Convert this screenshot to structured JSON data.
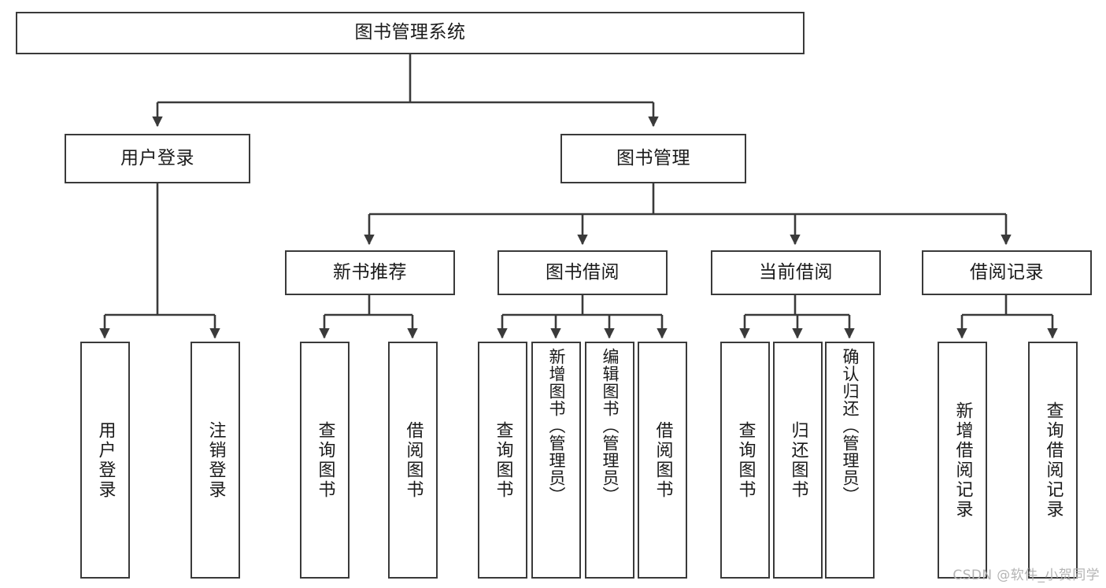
{
  "diagram": {
    "title": "图书管理系统",
    "type": "tree-hierarchy",
    "orientation": "top-down",
    "style": {
      "box_border_color": "#3a3a3a",
      "box_fill_color": "#ffffff",
      "edge_color": "#3a3a3a",
      "text_color": "#1a1a1a",
      "background": "#ffffff"
    },
    "nodes": {
      "root": {
        "label": "图书管理系统",
        "level": 1
      },
      "l2": [
        {
          "id": "user-login",
          "label": "用户登录",
          "level": 2
        },
        {
          "id": "book-manage",
          "label": "图书管理",
          "level": 2
        }
      ],
      "l3": [
        {
          "id": "new-book-rec",
          "label": "新书推荐",
          "level": 3,
          "parent": "book-manage"
        },
        {
          "id": "book-borrow",
          "label": "图书借阅",
          "level": 3,
          "parent": "book-manage"
        },
        {
          "id": "current-borrow",
          "label": "当前借阅",
          "level": 3,
          "parent": "book-manage"
        },
        {
          "id": "borrow-record",
          "label": "借阅记录",
          "level": 3,
          "parent": "book-manage"
        }
      ],
      "leaves": [
        {
          "id": "leaf-user-login",
          "label": "用户登录",
          "parent": "user-login"
        },
        {
          "id": "leaf-logout",
          "label": "注销登录",
          "parent": "user-login"
        },
        {
          "id": "leaf-rec-query",
          "label": "查询图书",
          "parent": "new-book-rec"
        },
        {
          "id": "leaf-rec-borrow",
          "label": "借阅图书",
          "parent": "new-book-rec"
        },
        {
          "id": "leaf-borrow-query",
          "label": "查询图书",
          "parent": "book-borrow"
        },
        {
          "id": "leaf-borrow-add",
          "label": "新增图书（管理员）",
          "parent": "book-borrow"
        },
        {
          "id": "leaf-borrow-edit",
          "label": "编辑图书（管理员）",
          "parent": "book-borrow"
        },
        {
          "id": "leaf-borrow-lend",
          "label": "借阅图书",
          "parent": "book-borrow"
        },
        {
          "id": "leaf-cur-query",
          "label": "查询图书",
          "parent": "current-borrow"
        },
        {
          "id": "leaf-cur-return",
          "label": "归还图书",
          "parent": "current-borrow"
        },
        {
          "id": "leaf-cur-confirm",
          "label": "确认归还（管理员）",
          "parent": "current-borrow"
        },
        {
          "id": "leaf-rec-add",
          "label": "新增借阅记录",
          "parent": "borrow-record"
        },
        {
          "id": "leaf-rec-search",
          "label": "查询借阅记录",
          "parent": "borrow-record"
        }
      ]
    }
  },
  "watermark": {
    "text": "CSDN @软件_小贺同学"
  }
}
